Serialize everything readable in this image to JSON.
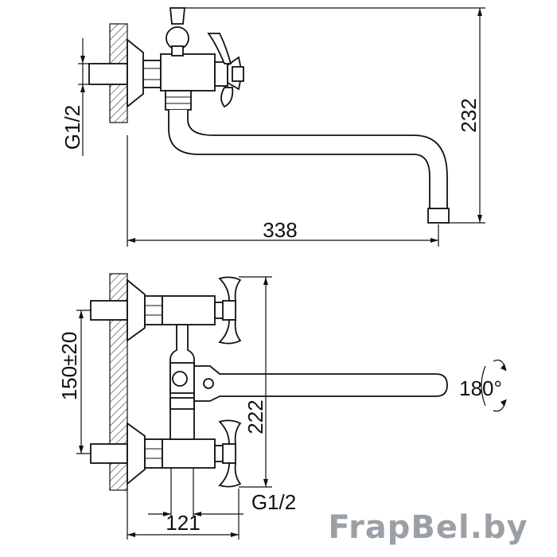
{
  "top_view": {
    "dim_length": "338",
    "dim_height": "232",
    "dim_thread": "G1/2"
  },
  "bottom_view": {
    "dim_centers": "150±20",
    "dim_height": "222",
    "dim_rotation": "180°",
    "dim_offset": "121",
    "dim_thread": "G1/2"
  },
  "watermark": "FrapBel.by"
}
